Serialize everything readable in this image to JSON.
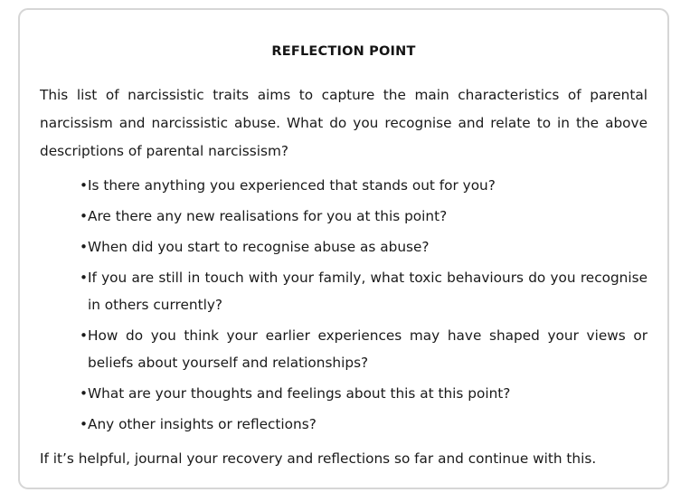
{
  "card": {
    "title": "REFLECTION POINT",
    "intro": "This list of narcissistic traits aims to capture the main characteristics of parental narcissism and narcissistic abuse. What do you recognise and relate to in the above descriptions of parental narcissism?",
    "bullet_glyph": "•",
    "questions": [
      {
        "text": "Is there anything you experienced that stands out for you?",
        "multiline": false
      },
      {
        "text": "Are there any new realisations for you at this point?",
        "multiline": false
      },
      {
        "text": "When did you start to recognise abuse as abuse?",
        "multiline": false
      },
      {
        "text": "If you are still in touch with your family, what toxic behaviours do you recognise in others currently?",
        "multiline": true
      },
      {
        "text": "How do you think your earlier experiences may have shaped your views or beliefs about yourself and relationships?",
        "multiline": true
      },
      {
        "text": "What are your thoughts and feelings about this at this point?",
        "multiline": false
      },
      {
        "text": "Any other insights or reflections?",
        "multiline": false
      }
    ],
    "closing": "If it’s helpful, journal your recovery and reflections so far and continue with this.",
    "border_color": "#d6d6d6",
    "text_color": "#1a1a1a",
    "background_color": "#ffffff"
  }
}
